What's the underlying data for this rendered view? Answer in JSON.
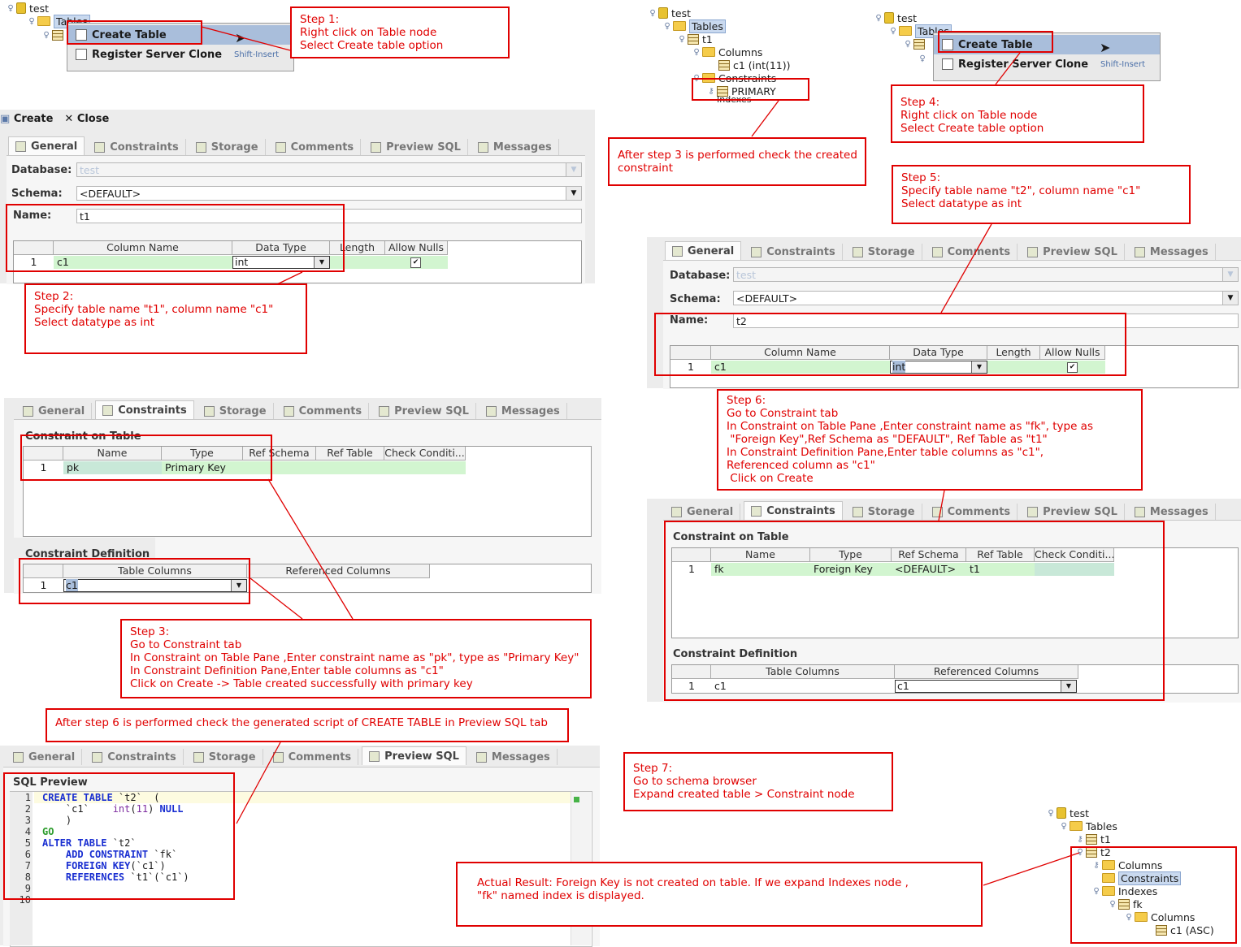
{
  "step1": {
    "note": [
      "Step 1:",
      "Right click on Table node",
      "Select Create table option"
    ]
  },
  "tree1": {
    "db": "test",
    "tables": "Tables"
  },
  "menu": {
    "create_table": "Create Table",
    "register_clone": "Register Server Clone",
    "register_shortcut": "Shift-Insert"
  },
  "toolbar": {
    "create": "Create",
    "close": "Close"
  },
  "tabs": [
    "General",
    "Constraints",
    "Storage",
    "Comments",
    "Preview SQL",
    "Messages"
  ],
  "form1": {
    "database_label": "Database:",
    "database_value": "test",
    "schema_label": "Schema:",
    "schema_value": "<DEFAULT>",
    "name_label": "Name:",
    "name_value": "t1",
    "col_headers": [
      "Column Name",
      "Data Type",
      "Length",
      "Allow Nulls"
    ],
    "row_num": "1",
    "col_name": "c1",
    "data_type": "int"
  },
  "step2": {
    "note": [
      "Step 2:",
      "Specify table name \"t1\", column name \"c1\"",
      "Select datatype as int"
    ]
  },
  "cons1": {
    "section_table": "Constraint on Table",
    "headers": [
      "Name",
      "Type",
      "Ref Schema",
      "Ref Table",
      "Check Conditi..."
    ],
    "row_num": "1",
    "name": "pk",
    "type": "Primary Key",
    "section_def": "Constraint Definition",
    "def_headers": [
      "Table Columns",
      "Referenced Columns"
    ],
    "def_row": "1",
    "def_col": "c1"
  },
  "step3": {
    "note": [
      "Step 3:",
      "Go to Constraint tab",
      "In Constraint on Table Pane ,Enter constraint name as \"pk\", type as \"Primary Key\"",
      "In Constraint Definition Pane,Enter table columns as \"c1\"",
      "Click on Create -> Table created successfully with primary key"
    ]
  },
  "tree2": {
    "db": "test",
    "tables": "Tables",
    "t1": "t1",
    "columns": "Columns",
    "c1": "c1 (int(11))",
    "constraints": "Constraints",
    "primary": "PRIMARY",
    "indexes": "Indexes"
  },
  "after3": {
    "note": [
      "After step 3 is performed check the created",
      "constraint"
    ]
  },
  "tree3": {
    "db": "test",
    "tables": "Tables"
  },
  "step4": {
    "note": [
      "Step 4:",
      "Right click on Table node",
      "Select Create table option"
    ]
  },
  "step5": {
    "note": [
      "Step 5:",
      "Specify table name \"t2\", column name \"c1\"",
      "Select datatype as int"
    ]
  },
  "form2": {
    "database_label": "Database:",
    "database_value": "test",
    "schema_label": "Schema:",
    "schema_value": "<DEFAULT>",
    "name_label": "Name:",
    "name_value": "t2",
    "row_num": "1",
    "col_name": "c1",
    "data_type": "int"
  },
  "step6": {
    "note": [
      "Step 6:",
      "Go to Constraint tab",
      "In Constraint on Table Pane ,Enter constraint name as \"fk\", type as",
      " \"Foreign Key\",Ref Schema as \"DEFAULT\", Ref Table as \"t1\"",
      "In Constraint Definition Pane,Enter table columns as \"c1\",",
      "Referenced column as \"c1\"",
      " Click on Create"
    ]
  },
  "cons2": {
    "section_table": "Constraint on Table",
    "row_num": "1",
    "name": "fk",
    "type": "Foreign Key",
    "ref_schema": "<DEFAULT>",
    "ref_table": "t1",
    "section_def": "Constraint Definition",
    "def_row": "1",
    "def_col": "c1",
    "def_ref": "c1"
  },
  "after6": {
    "note": [
      "After step 6 is performed check the generated script of CREATE TABLE in Preview SQL tab"
    ]
  },
  "sql": {
    "title": "SQL Preview",
    "line_numbers": [
      "1",
      "2",
      "3",
      "4",
      "5",
      "6",
      "7",
      "8",
      "9",
      "10"
    ]
  },
  "step7": {
    "note": [
      "Step 7:",
      "Go to schema browser",
      "Expand created table > Constraint node"
    ]
  },
  "actual": {
    "note": [
      "Actual Result: Foreign Key is not created on table. If we expand Indexes node ,",
      "\"fk\" named index is displayed."
    ]
  },
  "tree4": {
    "db": "test",
    "tables": "Tables",
    "t1": "t1",
    "t2": "t2",
    "columns": "Columns",
    "constraints": "Constraints",
    "indexes": "Indexes",
    "fk": "fk",
    "columns2": "Columns",
    "c1": "c1 (ASC)"
  },
  "colors": {
    "annotation": "#e00000",
    "grid_green": "#d2f5d0",
    "selection": "#a9bedb"
  }
}
